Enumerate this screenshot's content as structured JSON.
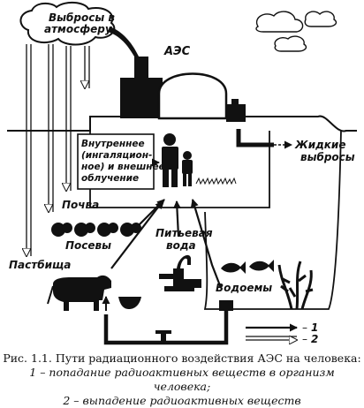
{
  "labels": {
    "emissions_line1": "Выбросы в",
    "emissions_line2": "атмосферу",
    "plant": "АЭС",
    "exposure_line1": "Внутреннее",
    "exposure_line2": "(ингаляцион-",
    "exposure_line3": "ное) и внешнее",
    "exposure_line4": "облучение",
    "soil": "Почва",
    "crops": "Посевы",
    "pasture": "Пастбища",
    "drinking_water_line1": "Питьевая",
    "drinking_water_line2": "вода",
    "liquid_line1": "Жидкие",
    "liquid_line2": "выбросы",
    "water_bodies": "Водоемы"
  },
  "legend": {
    "arrow1_number": "1",
    "arrow2_number": "2"
  },
  "caption": {
    "line1": "Рис. 1.1. Пути радиационного воздействия АЭС на человека:",
    "line2": "1 – попадание радиоактивных веществ в организм человека;",
    "line3": "2 – выпадение радиоактивных веществ"
  }
}
